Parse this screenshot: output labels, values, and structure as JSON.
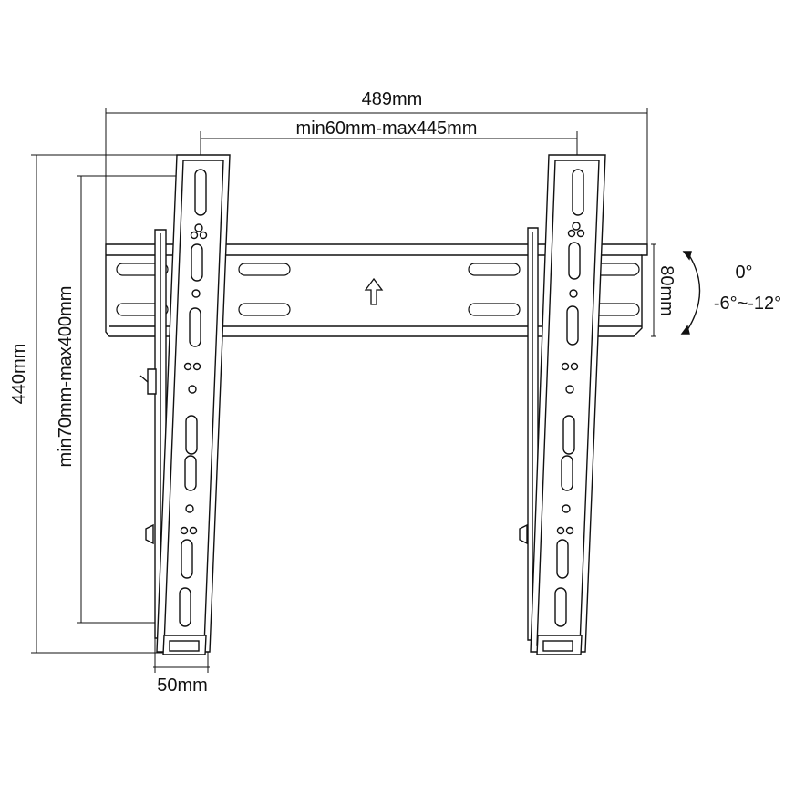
{
  "dimensions": {
    "overall_width": "489mm",
    "hole_spacing": "min60mm-max445mm",
    "overall_height": "440mm",
    "vertical_spacing": "min70mm-max400mm",
    "bracket_width": "50mm",
    "rail_height": "80mm"
  },
  "tilt": {
    "upper": "0°",
    "lower": "-6°~-12°"
  },
  "colors": {
    "line": "#111111",
    "background": "#ffffff"
  },
  "icons": {
    "direction_arrow": "up-arrow-icon",
    "tilt_arc": "curved-double-arrow-icon"
  }
}
